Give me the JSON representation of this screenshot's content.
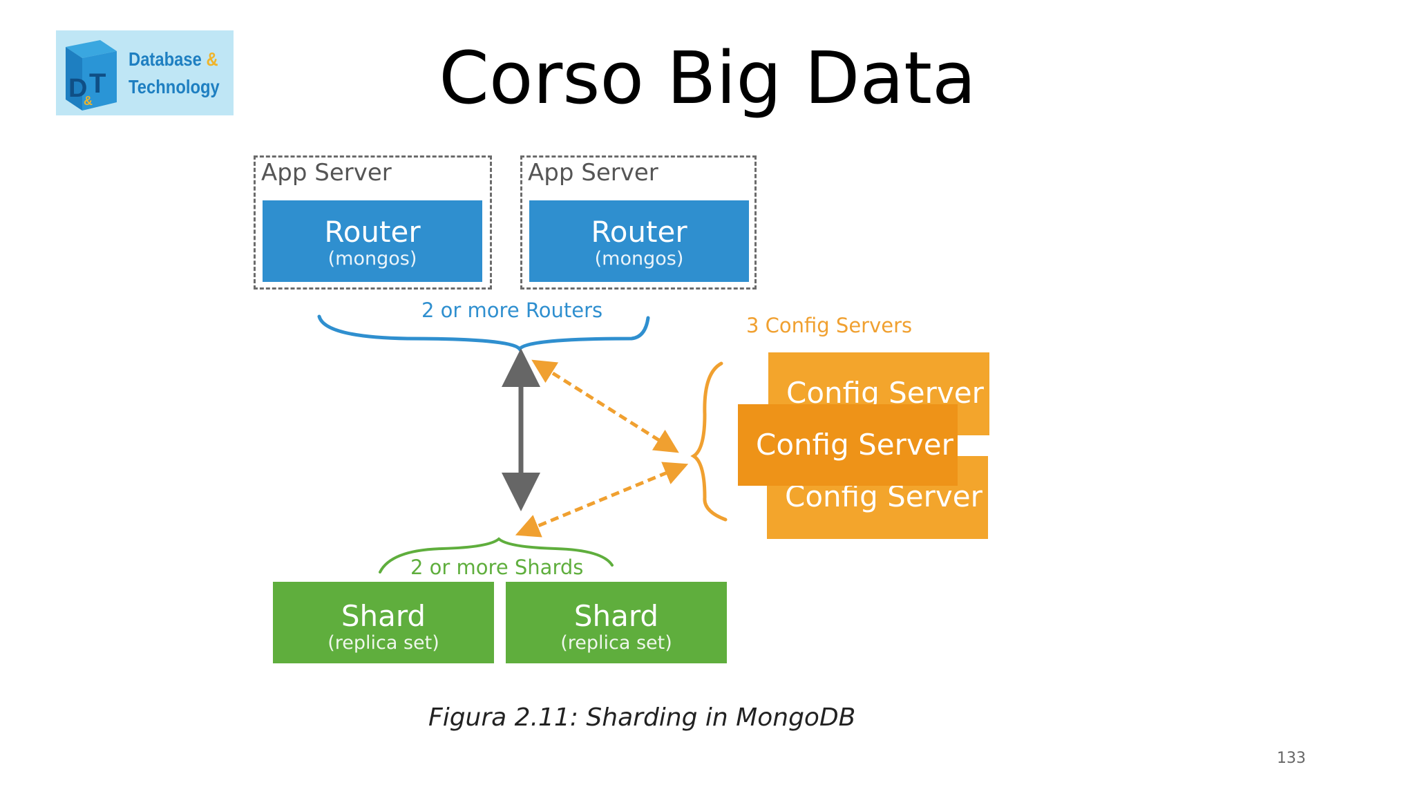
{
  "logo": {
    "line1": "Database ",
    "amp": "&",
    "line2": "Technology",
    "mark_letters": "D&T"
  },
  "title": "Corso Big Data",
  "app_servers": [
    {
      "label": "App Server",
      "router": {
        "title": "Router",
        "subtitle": "(mongos)"
      }
    },
    {
      "label": "App Server",
      "router": {
        "title": "Router",
        "subtitle": "(mongos)"
      }
    }
  ],
  "routers_brace_label": "2 or more Routers",
  "config_label": "3 Config Servers",
  "config_servers": [
    "Config Server",
    "Config Server",
    "Config Server"
  ],
  "shards_brace_label": "2 or more Shards",
  "shards": [
    {
      "title": "Shard",
      "subtitle": "(replica set)"
    },
    {
      "title": "Shard",
      "subtitle": "(replica set)"
    }
  ],
  "caption": "Figura 2.11:  Sharding in MongoDB",
  "page_number": "133",
  "colors": {
    "router": "#2f8fcf",
    "shard": "#5fae3d",
    "config": "#f3a52c",
    "arrow_dashed": "#f0a030",
    "arrow_solid": "#666666"
  }
}
